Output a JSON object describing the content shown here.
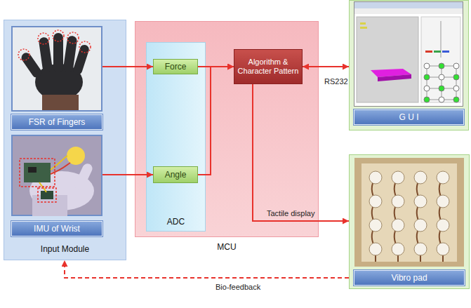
{
  "diagram": {
    "nodes": [
      {
        "text": [
          "Input Module"
        ]
      },
      {
        "text": [
          "FSR of Fingers"
        ],
        "in": 0
      },
      {
        "text": [
          "IMU of Wrist"
        ],
        "in": 0
      },
      {
        "text": [
          "MCU"
        ]
      },
      {
        "text": [
          "ADC"
        ],
        "in": 3
      },
      {
        "text": [
          "Force"
        ],
        "in": 4
      },
      {
        "text": [
          "Angle"
        ],
        "in": 4
      },
      {
        "text": [
          "Algorithm & Character Pattern"
        ],
        "in": 3
      },
      {
        "text": [
          "G U I"
        ]
      },
      {
        "text": [
          "Vibro pad"
        ]
      }
    ],
    "edges": [
      {
        "from": 1,
        "to": 5,
        "arrow": "to"
      },
      {
        "from": 2,
        "to": 6,
        "arrow": "to"
      },
      {
        "from": 5,
        "to": 7,
        "arrow": "to"
      },
      {
        "from": 6,
        "to": 7,
        "arrow": "to"
      },
      {
        "from": 7,
        "to": 8,
        "label": "RS232",
        "arrow": "both"
      },
      {
        "from": 7,
        "to": 9,
        "label": "Tactile display",
        "arrow": "to"
      },
      {
        "from": 9,
        "to": 0,
        "label": "Bio-feedback",
        "arrow": "to"
      }
    ]
  }
}
